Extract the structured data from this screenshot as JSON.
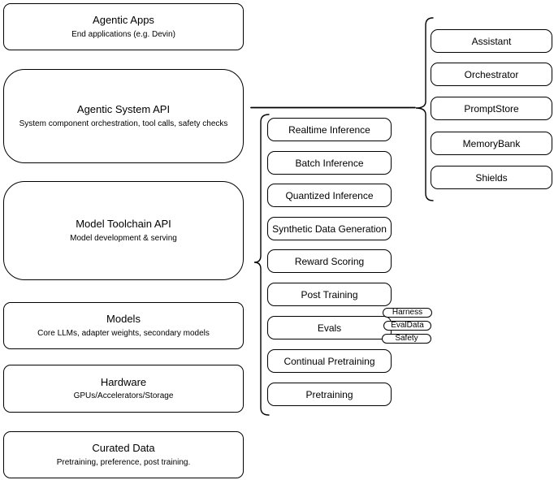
{
  "diagram": {
    "left_boxes": [
      {
        "title": "Agentic Apps",
        "subtitle": "End applications (e.g. Devin)"
      },
      {
        "title": "Agentic System API",
        "subtitle": "System component orchestration, tool calls, safety checks"
      },
      {
        "title": "Model Toolchain API",
        "subtitle": "Model development & serving"
      },
      {
        "title": "Models",
        "subtitle": "Core LLMs, adapter weights, secondary models"
      },
      {
        "title": "Hardware",
        "subtitle": "GPUs/Accelerators/Storage"
      },
      {
        "title": "Curated Data",
        "subtitle": "Pretraining, preference, post training."
      }
    ],
    "middle_boxes": [
      "Realtime Inference",
      "Batch Inference",
      "Quantized Inference",
      "Synthetic Data Generation",
      "Reward Scoring",
      "Post Training",
      "Evals",
      "Continual Pretraining",
      "Pretraining"
    ],
    "eval_tags": [
      "Harness",
      "EvalData",
      "Safety"
    ],
    "right_boxes": [
      "Assistant",
      "Orchestrator",
      "PromptStore",
      "MemoryBank",
      "Shields"
    ],
    "colors": {
      "stroke": "#000000",
      "background": "#ffffff",
      "text": "#000000"
    }
  }
}
